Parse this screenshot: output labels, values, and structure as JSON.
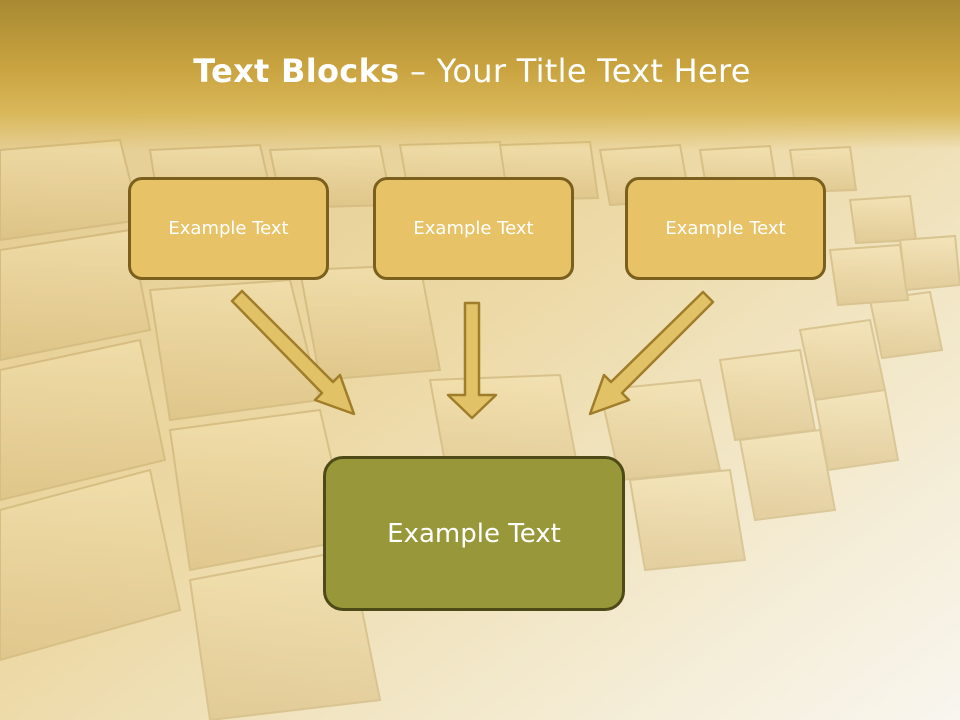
{
  "title": {
    "bold": "Text Blocks",
    "rest": " – Your Title Text Here"
  },
  "blocks": [
    {
      "label": "Example Text"
    },
    {
      "label": "Example Text"
    },
    {
      "label": "Example Text"
    }
  ],
  "main_block": {
    "label": "Example Text"
  },
  "colors": {
    "block_fill": "#e7c266",
    "block_border": "#7a5f1e",
    "main_fill": "#98983a",
    "main_border": "#4d4a17",
    "arrow_fill": "#e2c267",
    "arrow_stroke": "#a07d2a"
  }
}
